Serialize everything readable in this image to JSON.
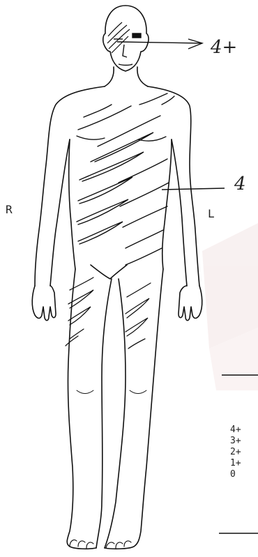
{
  "side_labels": {
    "right": "R",
    "left": "L"
  },
  "annotations": {
    "head_grade": "4+",
    "body_grade": "4"
  },
  "legend": {
    "items": [
      "4+",
      "3+",
      "2+",
      "1+",
      "0"
    ]
  }
}
